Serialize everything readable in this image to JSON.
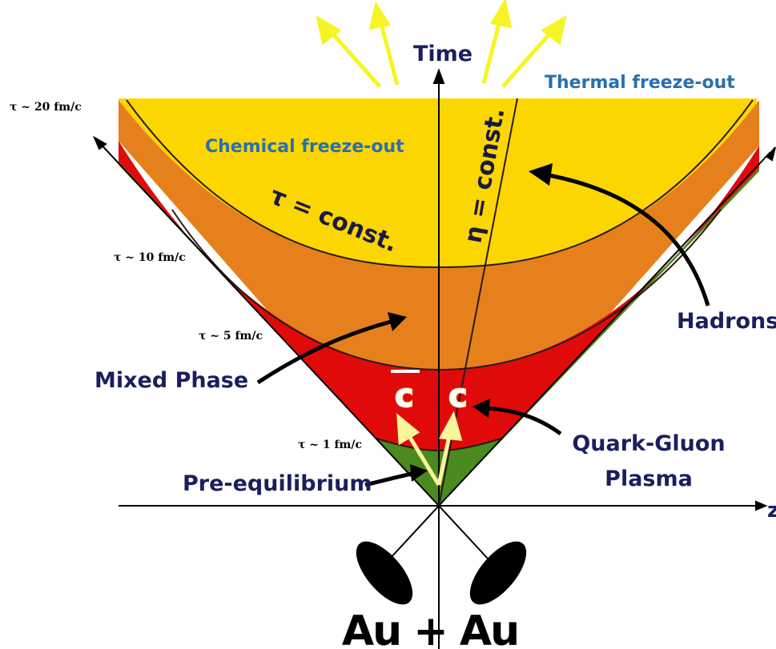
{
  "labels": {
    "time_axis": "Time",
    "z_axis": "z",
    "thermal_freezeout": "Thermal freeze-out",
    "chemical_freezeout": "Chemical freeze-out",
    "tau_const": "τ = const.",
    "eta_const": "η = const.",
    "hadrons": "Hadrons",
    "mixed_phase": "Mixed Phase",
    "qgp_line1": "Quark-Gluon",
    "qgp_line2": "Plasma",
    "pre_equilibrium": "Pre-equilibrium",
    "collision": "Au + Au",
    "charm": "c",
    "anticharm": "c"
  },
  "tau_ticks": [
    {
      "text": "τ ~ 20 fm/c"
    },
    {
      "text": "τ ~ 10 fm/c"
    },
    {
      "text": "τ ~ 5 fm/c"
    },
    {
      "text": "τ ~ 1 fm/c"
    }
  ],
  "colors": {
    "hadron_gas": "#fcd600",
    "mixed_phase": "#e6801c",
    "qgp": "#e10a0a",
    "pre_equilibrium": "#4a8a1e",
    "freezeout_arrows": "#f5f523",
    "charm_arrows": "#f8f59a",
    "label_navy": "#1a1f5e",
    "label_blue": "#2a6fae"
  }
}
